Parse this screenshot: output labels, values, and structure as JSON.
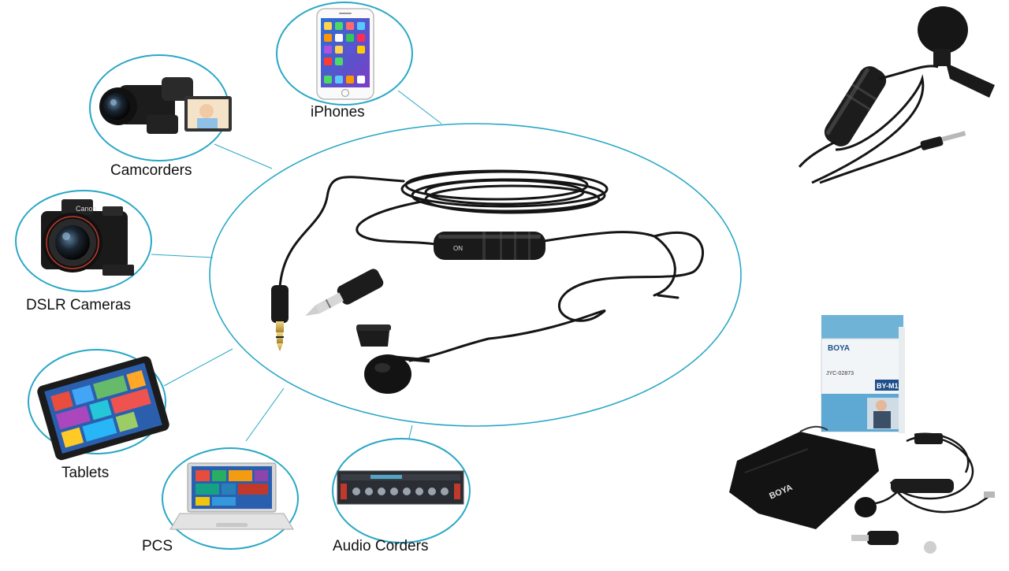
{
  "colors": {
    "accent": "#29a7c6",
    "cable": "#151515",
    "box_blue": "#6fb3d6"
  },
  "devices": [
    {
      "label": "iPhones",
      "icon": "smartphone-icon"
    },
    {
      "label": "Camcorders",
      "icon": "camcorder-icon"
    },
    {
      "label": "DSLR Cameras",
      "icon": "dslr-camera-icon"
    },
    {
      "label": "Tablets",
      "icon": "tablet-icon"
    },
    {
      "label": "PCS",
      "icon": "laptop-icon"
    },
    {
      "label": "Audio Corders",
      "icon": "audio-recorder-icon"
    }
  ],
  "product": {
    "brand": "BOYA",
    "model": "BY-M1",
    "code": "JYC-02873",
    "pouch_brand": "BOYA"
  }
}
